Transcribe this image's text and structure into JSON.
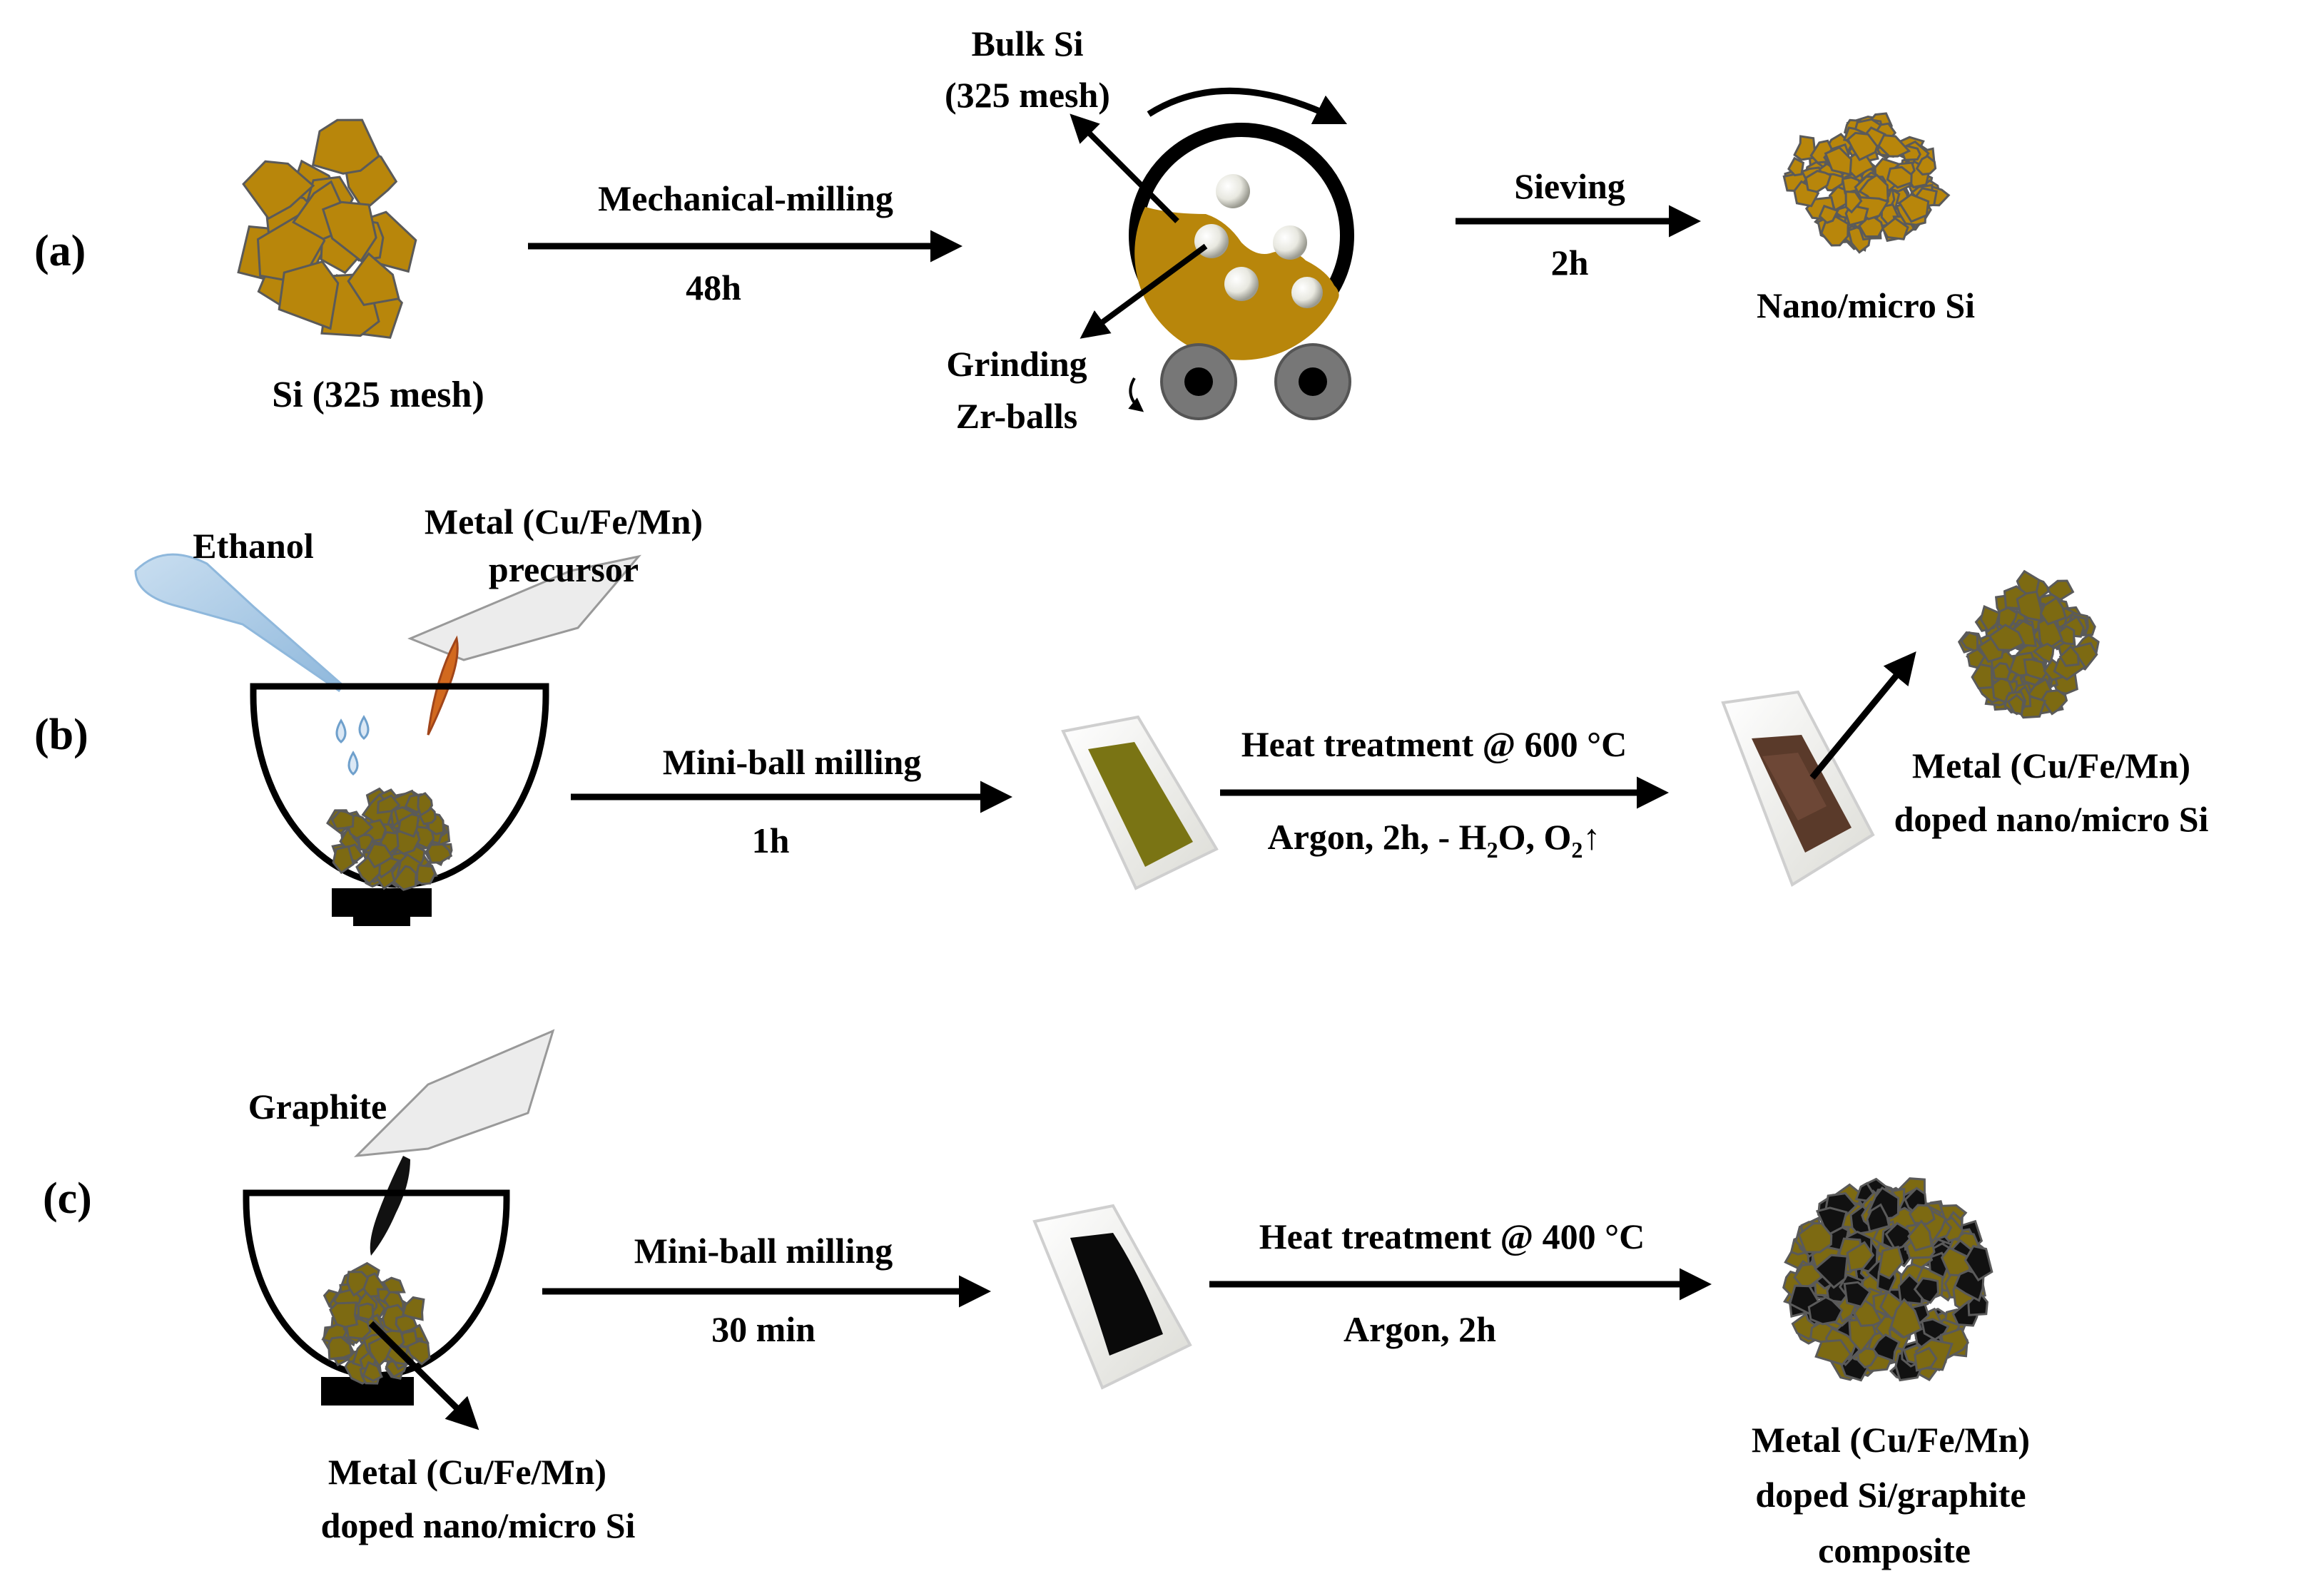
{
  "panels": {
    "a": {
      "label": "(a)",
      "si_label": "Si (325 mesh)",
      "milling_top": "Mechanical-milling",
      "milling_bottom": "48h",
      "bulk_si_line1": "Bulk Si",
      "bulk_si_line2": "(325 mesh)",
      "grinding_line1": "Grinding",
      "grinding_line2": "Zr-balls",
      "sieving_top": "Sieving",
      "sieving_bottom": "2h",
      "product": "Nano/micro Si"
    },
    "b": {
      "label": "(b)",
      "ethanol": "Ethanol",
      "precursor_line1": "Metal (Cu/Fe/Mn)",
      "precursor_line2": "precursor",
      "milling_top": "Mini-ball milling",
      "milling_bottom": "1h",
      "heat_top": "Heat treatment @ 600 °C",
      "heat_bottom_prefix": "Argon, 2h, - H",
      "heat_sub1": "2",
      "heat_mid": "O, O",
      "heat_sub2": "2",
      "heat_arrow": "↑",
      "product_line1": "Metal (Cu/Fe/Mn)",
      "product_line2": "doped nano/micro Si"
    },
    "c": {
      "label": "(c)",
      "graphite": "Graphite",
      "bowl_content_line1": "Metal (Cu/Fe/Mn)",
      "bowl_content_line2": "doped nano/micro Si",
      "milling_top": "Mini-ball milling",
      "milling_bottom": "30 min",
      "heat_top": "Heat treatment @ 400 °C",
      "heat_bottom": "Argon,  2h",
      "product_line1": "Metal (Cu/Fe/Mn)",
      "product_line2": "doped Si/graphite",
      "product_line3": "composite"
    }
  },
  "colors": {
    "si_particle": "#b8860b",
    "doped_particle": "#7d6a12",
    "particle_edge": "#5a5a5a",
    "graphite": "#111111",
    "ethanol": "#a9cbe8",
    "precursor_flow": "#d2691e",
    "crucible_fill_b": "#7a7414",
    "crucible_fill_b2": "#5a3a2a",
    "mill_fill": "#b8860b",
    "arrow": "#000000"
  }
}
